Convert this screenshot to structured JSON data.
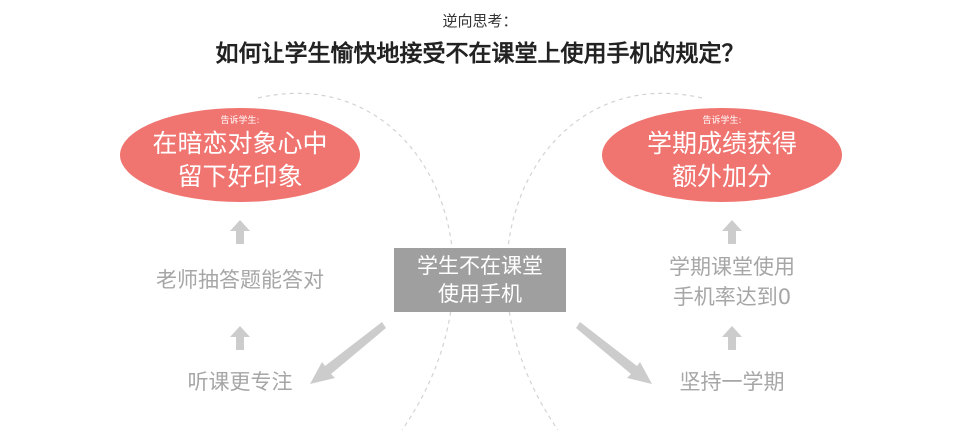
{
  "header": {
    "subtitle": "逆向思考：",
    "title": "如何让学生愉快地接受不在课堂上使用手机的规定？"
  },
  "left": {
    "goal_caption": "告诉学生:",
    "goal_text": "在暗恋对象心中\n留下好印象",
    "step_middle": "老师抽答题能答对",
    "step_bottom": "听课更专注"
  },
  "right": {
    "goal_caption": "告诉学生:",
    "goal_text": "学期成绩获得\n额外加分",
    "step_middle": "学期课堂使用\n手机率达到0",
    "step_bottom": "坚持一学期"
  },
  "center": {
    "text": "学生不在课堂\n使用手机"
  },
  "colors": {
    "goal_fill": "#f07470",
    "center_fill": "#9f9f9f",
    "step_text": "#a6a6a6",
    "arrow": "#cccccc",
    "dashed_arc": "#d3d3d3"
  },
  "icons": {
    "up": "up-arrow-icon",
    "diagonal": "diagonal-arrow-icon"
  }
}
